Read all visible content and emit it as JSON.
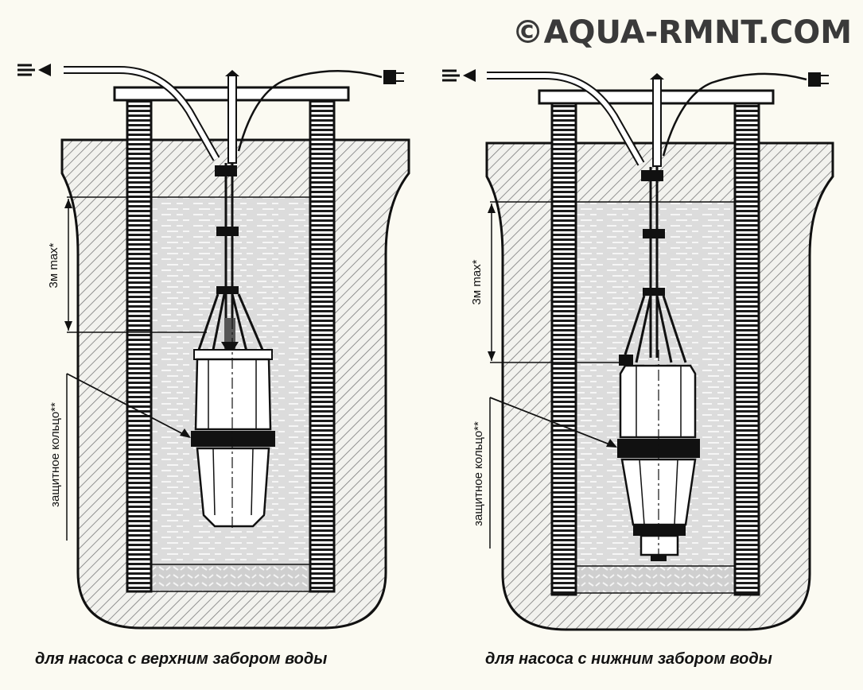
{
  "watermark": "©AQUA-RMNT.COM",
  "colors": {
    "background": "#fbfaf2",
    "ink": "#111111",
    "hatch": "#8a8a8a",
    "water": "#d9d9d9"
  },
  "diagrams": [
    {
      "depth_label": "3м max*",
      "ring_label": "защитное кольцо**",
      "caption": "для насоса с верхним забором воды"
    },
    {
      "depth_label": "3м max*",
      "ring_label": "защитное кольцо**",
      "caption": "для насоса с нижним забором воды"
    }
  ]
}
